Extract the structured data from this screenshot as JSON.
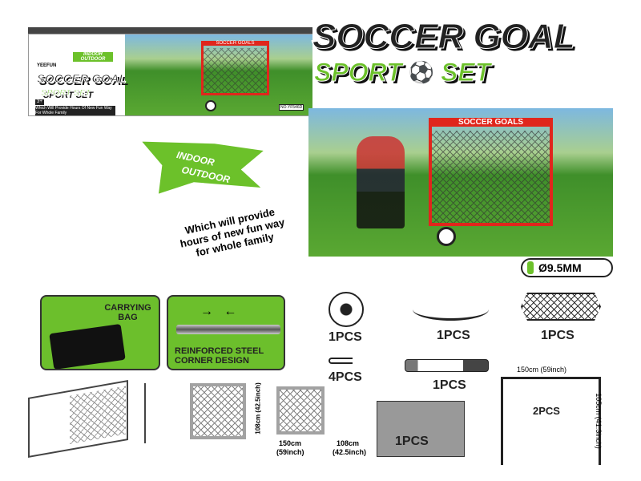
{
  "box": {
    "brand": "YEEFUN",
    "badge": "INDOOR OUTDOOR",
    "title": "SOCCER GOAL",
    "subtitle": "SPORT SET",
    "goal_banner": "SOCCER GOALS",
    "age": "3+",
    "tagline": "Which Will Provide Hours Of New Fun Way For Whole Family",
    "model": "NO.YF546D"
  },
  "headline": {
    "title": "SOCCER GOAL",
    "subtitle_left": "SPORT",
    "subtitle_right": "SET"
  },
  "splash": {
    "line1": "INDOOR",
    "line2": "OUTDOOR"
  },
  "slogan": "Which will provide hours of new fun way for whole family",
  "photo": {
    "goal_banner": "SOCCER GOALS"
  },
  "tube_spec": "Ø9.5MM",
  "features": [
    {
      "label": "CARRYING BAG"
    },
    {
      "label": "REINFORCED STEEL CORNER DESIGN"
    }
  ],
  "parts": {
    "ball": "1PCS",
    "bungee": "1PCS",
    "net": "1PCS",
    "stakes": "4PCS",
    "pump": "1PCS",
    "bag": "1PCS",
    "frame": "2PCS",
    "frame_width": "150cm (59inch)",
    "frame_height": "105cm (41.3inch)"
  },
  "dimensions": {
    "height": "108cm (42.5inch)",
    "width": "150cm",
    "width_in": "(59inch)",
    "depth": "108cm",
    "depth_in": "(42.5inch)"
  },
  "colors": {
    "green": "#6cc12a",
    "red": "#e0261c",
    "dark": "#222222"
  }
}
